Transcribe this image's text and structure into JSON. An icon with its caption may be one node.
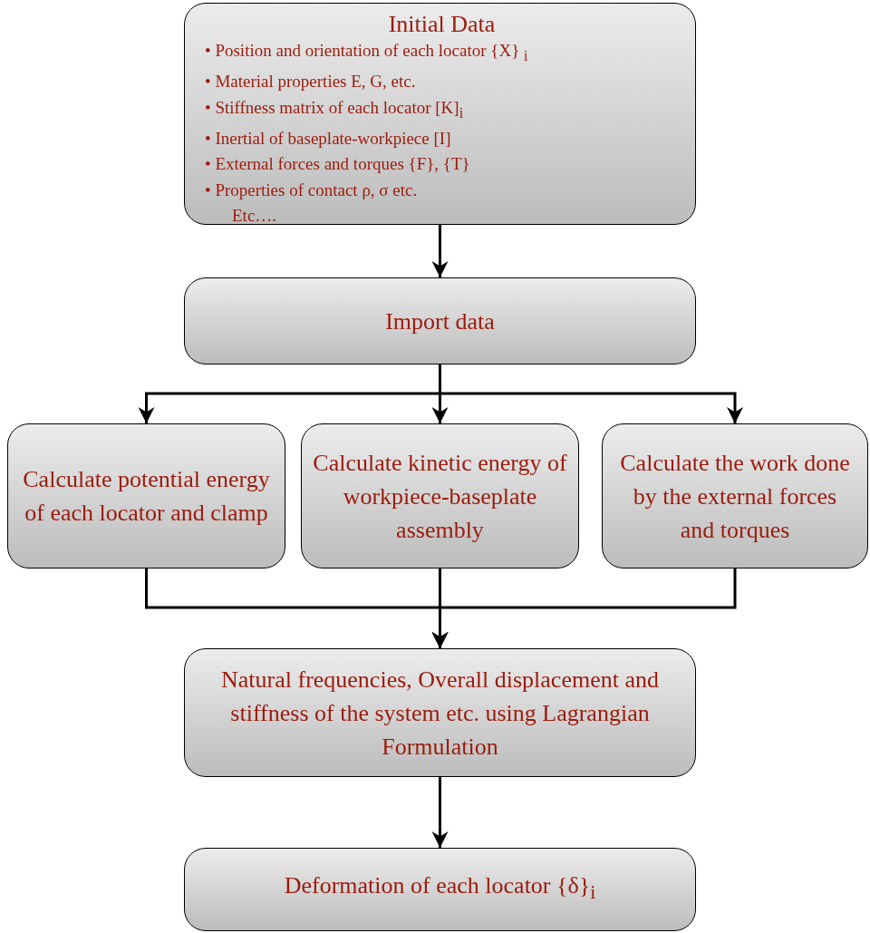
{
  "diagram": {
    "nodes": [
      {
        "text": [
          "Initial Data",
          "• Position and orientation of each locator {X} $_{i}$",
          "• Material properties E, G, etc.",
          "• Stiffness matrix of each locator [K]$_{i}$",
          "• Inertial of baseplate-workpiece [I]",
          "• External forces and torques {F}, {T}",
          "• Properties of contact ρ, σ etc.",
          "Etc…."
        ]
      },
      {
        "text": [
          "Import data"
        ]
      },
      {
        "text": [
          "Calculate potential energy of each locator and clamp"
        ]
      },
      {
        "text": [
          "Calculate kinetic energy of workpiece-baseplate assembly"
        ]
      },
      {
        "text": [
          "Calculate the work done by the external forces and torques"
        ]
      },
      {
        "text": [
          "Natural frequencies, Overall displacement and stiffness of the system etc. using Lagrangian Formulation"
        ]
      },
      {
        "text": [
          "Deformation of each locator {δ}$_{i}$"
        ]
      }
    ],
    "edges": [
      {
        "from": 0,
        "to": 1,
        "arrow": "to"
      },
      {
        "from": 1,
        "to": 2,
        "arrow": "to"
      },
      {
        "from": 1,
        "to": 3,
        "arrow": "to"
      },
      {
        "from": 1,
        "to": 4,
        "arrow": "to"
      },
      {
        "from": 2,
        "to": 5,
        "arrow": "to"
      },
      {
        "from": 3,
        "to": 5,
        "arrow": "to"
      },
      {
        "from": 4,
        "to": 5,
        "arrow": "to"
      },
      {
        "from": 5,
        "to": 6,
        "arrow": "to"
      }
    ]
  }
}
